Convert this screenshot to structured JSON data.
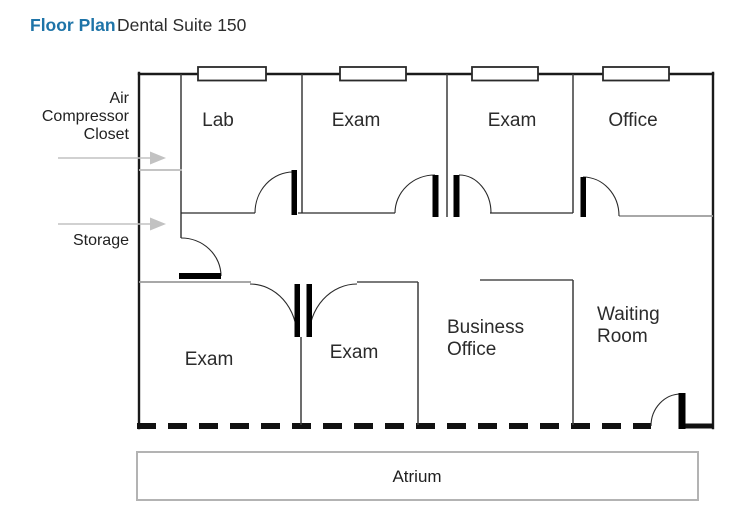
{
  "header": {
    "title": "Floor Plan",
    "subtitle": "Dental Suite 150"
  },
  "annotations": {
    "air_compressor_closet": {
      "line1": "Air",
      "line2": "Compressor",
      "line3": "Closet"
    },
    "storage_label": "Storage"
  },
  "rooms": {
    "lab": "Lab",
    "exam_top_left": "Exam",
    "exam_top_right": "Exam",
    "office": "Office",
    "exam_bottom_left": "Exam",
    "exam_bottom_right": "Exam",
    "business_office": {
      "line1": "Business",
      "line2": "Office"
    },
    "waiting_room": {
      "line1": "Waiting",
      "line2": "Room"
    }
  },
  "atrium_label": "Atrium",
  "colors": {
    "accent_blue": "#1e74a8",
    "wall_black": "#1a1a1a",
    "wall_gray": "#9b9b9b",
    "arrow_gray": "#c2c2c2",
    "atrium_border": "#b3b3b3",
    "text_dark": "#2b2b2b"
  }
}
